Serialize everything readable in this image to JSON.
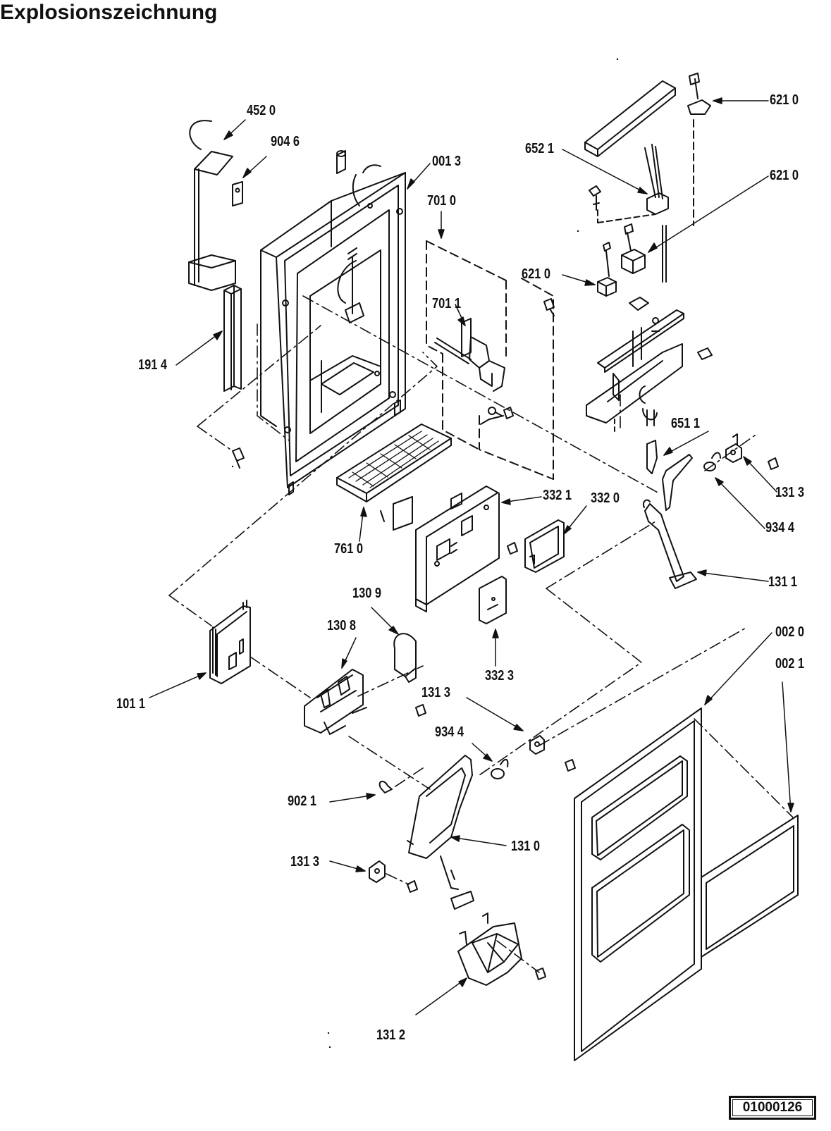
{
  "page": {
    "title": "Explosionszeichnung"
  },
  "labels": [
    "452 0",
    "904 6",
    "001 3",
    "701 0",
    "652 1",
    "621 0",
    "621 0",
    "621 0",
    "701 1",
    "191 4",
    "651 1",
    "131 3",
    "934 4",
    "332 1",
    "332 0",
    "761 0",
    "131 1",
    "130 9",
    "130 8",
    "332 3",
    "002 0",
    "002 1",
    "101 1",
    "131 3",
    "934 4",
    "902 1",
    "131 0",
    "131 3",
    "131 2"
  ],
  "document_number": "01000126"
}
